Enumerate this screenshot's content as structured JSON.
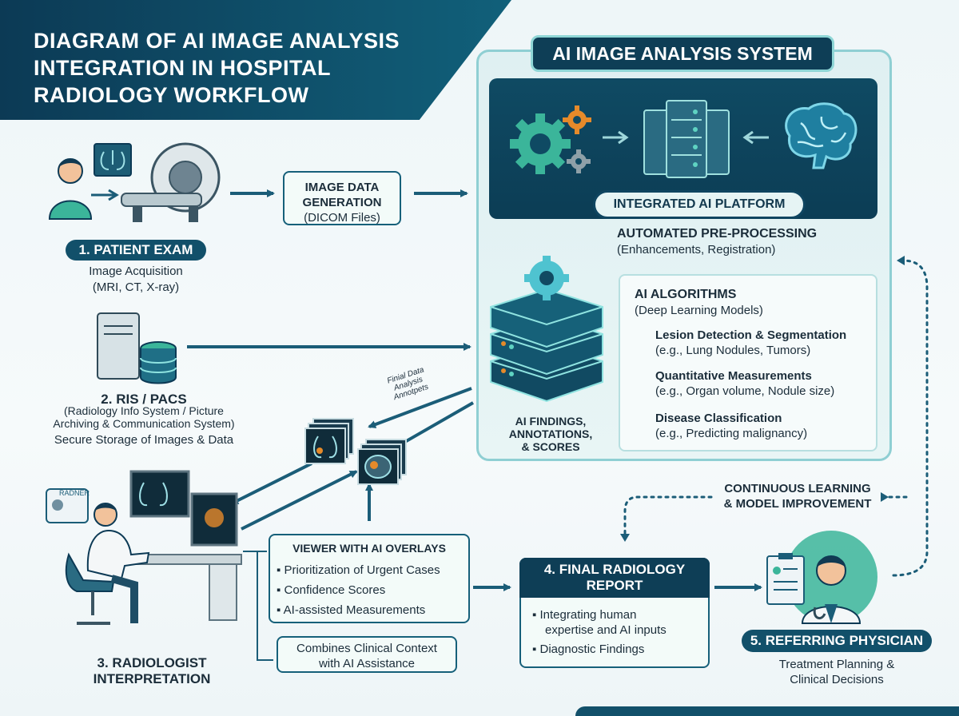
{
  "title": "DIAGRAM OF AI IMAGE ANALYSIS INTEGRATION IN HOSPITAL RADIOLOGY WORKFLOW",
  "ai_system": {
    "title": "AI IMAGE ANALYSIS SYSTEM",
    "platform_label": "INTEGRATED AI PLATFORM",
    "preprocessing": {
      "title": "AUTOMATED PRE-PROCESSING",
      "sub": "(Enhancements, Registration)"
    },
    "algorithms": {
      "title": "AI ALGORITHMS",
      "sub": "(Deep Learning Models)",
      "items": [
        {
          "title": "Lesion Detection & Segmentation",
          "sub": "(e.g., Lung Nodules, Tumors)"
        },
        {
          "title": "Quantitative Measurements",
          "sub": "(e.g., Organ volume, Nodule size)"
        },
        {
          "title": "Disease Classification",
          "sub": "(e.g., Predicting malignancy)"
        }
      ]
    },
    "findings": [
      "AI FINDINGS,",
      "ANNOTATIONS,",
      "& SCORES"
    ]
  },
  "patient_exam": {
    "badge": "1. PATIENT EXAM",
    "line1": "Image Acquisition",
    "line2": "(MRI, CT, X-ray)"
  },
  "image_data": {
    "line1": "IMAGE DATA",
    "line2": "GENERATION",
    "line3": "(DICOM Files)"
  },
  "ris_pacs": {
    "title": "2. RIS / PACS",
    "line1": "(Radiology Info System / Picture",
    "line2": "Archiving & Communication System)",
    "line3": "Secure Storage of Images & Data"
  },
  "final_data_label": [
    "Finial Data",
    "Analysis",
    "Annotpets"
  ],
  "viewer": {
    "title": "VIEWER WITH AI OVERLAYS",
    "items": [
      "Prioritization of Urgent Cases",
      "Confidence Scores",
      "AI-assisted Measurements"
    ]
  },
  "combines": {
    "line1": "Combines Clinical Context",
    "line2": "with AI Assistance"
  },
  "radiologist": {
    "line1": "3. RADIOLOGIST",
    "line2": "INTERPRETATION",
    "badge": "RADNER"
  },
  "report": {
    "title_line1": "4. FINAL RADIOLOGY",
    "title_line2": "REPORT",
    "items": [
      {
        "line1": "Integrating human",
        "line2": "expertise and AI inputs"
      },
      {
        "line1": "Diagnostic Findings",
        "line2": ""
      }
    ]
  },
  "continuous": {
    "line1": "CONTINUOUS LEARNING",
    "line2": "& MODEL IMPROVEMENT"
  },
  "physician": {
    "badge": "5. REFERRING PHYSICIAN",
    "line1": "Treatment Planning &",
    "line2": "Clinical Decisions"
  },
  "colors": {
    "navy": "#0e3e56",
    "teal": "#1b6f86",
    "accent_green": "#3bb59a",
    "accent_orange": "#e58a2a"
  }
}
